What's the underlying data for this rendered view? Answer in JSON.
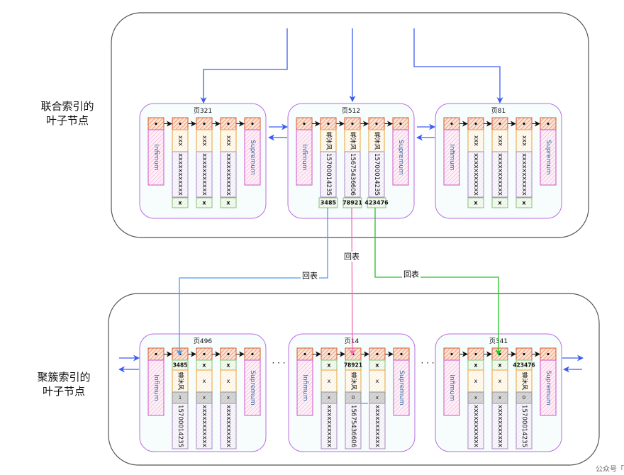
{
  "section_labels": {
    "secondary_index": [
      "联合索引的",
      "叶子节点"
    ],
    "clustered_index": [
      "聚簇索引的",
      "叶子节点"
    ]
  },
  "colors": {
    "container_border": "#555555",
    "page_border": "#b86ee0",
    "page_fill": "#f7fcfd",
    "pointer_fill": "#f2b89a",
    "pointer_border": "#d9572b",
    "text_blue": "#2a6aa0",
    "arrow_blue": "#3d5cf0",
    "lookup_blue": "#4a9cf0",
    "lookup_pink": "#f06cb0",
    "lookup_green": "#22c422",
    "cell_orange": "#e8a33a",
    "cell_purple": "#a78bc0",
    "cell_green": "#8bc07a",
    "cell_gray": "#bdbdbd",
    "bound_pink": "#d255c9"
  },
  "infimum_label": "Infimum",
  "supremum_label": "Supremum",
  "pointer_icon": "dot",
  "lookup_label": "回表",
  "ellipsis": "· · ·",
  "secondary_pages": [
    {
      "title": "页321",
      "records": [
        {
          "name": "xxx",
          "phone": "xxxxxxxxxxx",
          "id": "x"
        },
        {
          "name": "xxx",
          "phone": "xxxxxxxxxxx",
          "id": "x"
        },
        {
          "name": "xxx",
          "phone": "xxxxxxxxxxx",
          "id": "x"
        }
      ]
    },
    {
      "title": "页512",
      "records": [
        {
          "name": "蝉沐风",
          "phone": "15700014235",
          "id": "3485"
        },
        {
          "name": "蝉沐风",
          "phone": "15675436606",
          "id": "78921"
        },
        {
          "name": "蝉沐风",
          "phone": "15700014235",
          "id": "423476"
        }
      ]
    },
    {
      "title": "页81",
      "records": [
        {
          "name": "xxx",
          "phone": "xxxxxxxxxxx",
          "id": "x"
        },
        {
          "name": "xxx",
          "phone": "xxxxxxxxxxx",
          "id": "x"
        },
        {
          "name": "xxx",
          "phone": "xxxxxxxxxxx",
          "id": "x"
        }
      ]
    }
  ],
  "clustered_pages": [
    {
      "title": "页496",
      "records": [
        {
          "id": "3485",
          "name": "蝉沐风",
          "flag": "1",
          "phone": "15700014235"
        },
        {
          "id": "x",
          "name": "x",
          "flag": "x",
          "phone": "xxxxxxxxxxx"
        },
        {
          "id": "x",
          "name": "x",
          "flag": "x",
          "phone": "xxxxxxxxxxx"
        }
      ]
    },
    {
      "title": "页14",
      "records": [
        {
          "id": "x",
          "name": "x",
          "flag": "x",
          "phone": "xxxxxxxxxxx"
        },
        {
          "id": "78921",
          "name": "蝉沐风",
          "flag": "0",
          "phone": "15675436606"
        },
        {
          "id": "x",
          "name": "x",
          "flag": "x",
          "phone": "xxxxxxxxxxx"
        }
      ]
    },
    {
      "title": "页341",
      "records": [
        {
          "id": "x",
          "name": "x",
          "flag": "x",
          "phone": "xxxxxxxxxxx"
        },
        {
          "id": "x",
          "name": "x",
          "flag": "x",
          "phone": "xxxxxxxxxxx"
        },
        {
          "id": "423476",
          "name": "蝉沐风",
          "flag": "0",
          "phone": "15700014235"
        }
      ]
    }
  ],
  "watermark": "公众号「"
}
